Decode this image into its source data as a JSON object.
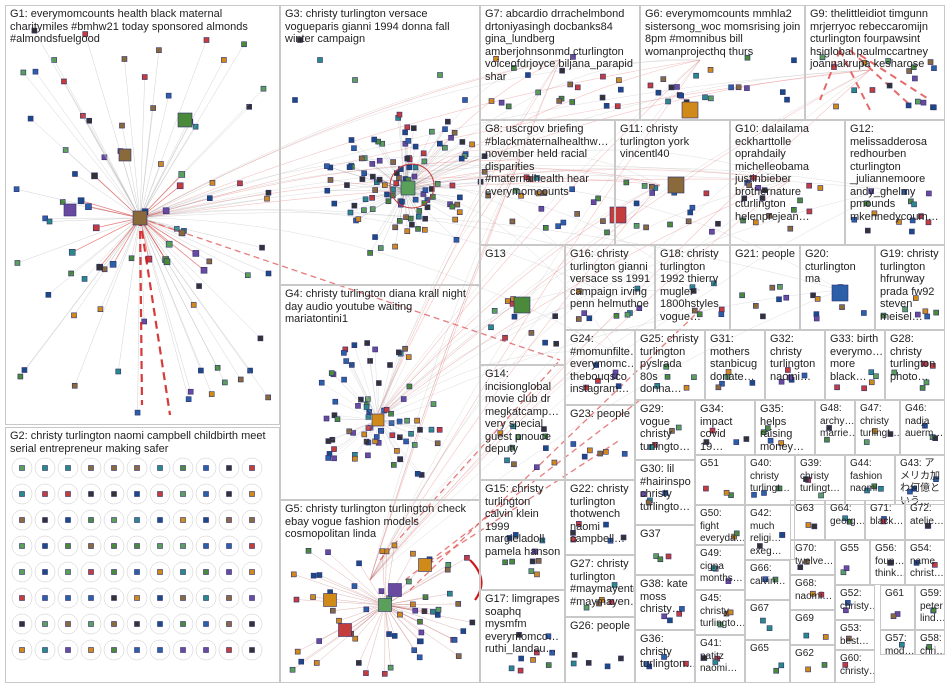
{
  "colors": {
    "edge_gray": "#b4b4b4",
    "edge_red": "#e05050",
    "edge_red_dark": "#d01818",
    "node_border": "#303070",
    "panel_border": "#c8c8c8"
  },
  "groups": [
    {
      "id": "G1",
      "label": "G1: everymomcounts health black maternal charitymiles #bmhw21 today sponsored almonds #almondsfuelgood"
    },
    {
      "id": "G2",
      "label": "G2: christy turlington naomi campbell childbirth meet serial entrepreneur making safer"
    },
    {
      "id": "G3",
      "label": "G3: christy turlington versace vogueparis gianni 1994 donna fall winter campaign"
    },
    {
      "id": "G4",
      "label": "G4: christy turlington diana krall night day audio youtube waiting mariatontini1"
    },
    {
      "id": "G5",
      "label": "G5: christy turlington turlington check ebay vogue fashion models cosmopolitan linda"
    },
    {
      "id": "G6",
      "label": "G6: everymomcounts mmhla2 sistersong_woc momsrising join 8pm #momnibus bill womanprojecthq thurs"
    },
    {
      "id": "G7",
      "label": "G7: abcardio drrachelmbond drtoniyasingh docbanks84 gina_lundberg amberjohnsonmd cturlington voiceofdrjoyce biljana_parapid shar"
    },
    {
      "id": "G8",
      "label": "G8: uscrgov briefing #blackmaternalhealthw… november held racial disparities #maternalhealth hear everymomcounts"
    },
    {
      "id": "G9",
      "label": "G9: thelittleidiot timgunn mrjerryoc rebeccaromijn cturlington fourpawsint hsiglobal paulmccartney joannakrupa kesharose"
    },
    {
      "id": "G10",
      "label": "G10: dalailama eckharttolle oprahdaily michelleobama justinbieber brothernature cturlington helenprejean…"
    },
    {
      "id": "G11",
      "label": "G11: christy turlington york vincentl40"
    },
    {
      "id": "G12",
      "label": "G12: melissadderosa redhourben cturlington _juliannemoore andy_ghelmy pmounds mkennedycoum…"
    },
    {
      "id": "G13",
      "label": "G13"
    },
    {
      "id": "G14",
      "label": "G14: incisionglobal movie club dr megkatcamp… very special guest pnouce deputy"
    },
    {
      "id": "G15",
      "label": "G15: christy turlington calvin klein 1999 margieladoll pamela hanson"
    },
    {
      "id": "G16",
      "label": "G16: christy turlington gianni versace ss 1991 campaign irving penn helmuthoe"
    },
    {
      "id": "G17",
      "label": "G17: limgrapes soaphq mysmfm everymomco… ruthi_landau…"
    },
    {
      "id": "G18",
      "label": "G18: christy turlington 1992 thierry mugler 1800hstyles vogue…"
    },
    {
      "id": "G19",
      "label": "G19: christy turlington hfrunway prada fw92 steven meisel…"
    },
    {
      "id": "G20",
      "label": "G20: cturlington ma"
    },
    {
      "id": "G21",
      "label": "G21: people"
    },
    {
      "id": "G22",
      "label": "G22: christy turlington thotwench naomi campbell…"
    },
    {
      "id": "G23",
      "label": "G23: people"
    },
    {
      "id": "G24",
      "label": "G24: #momunfilte… everymomc… thebouqsco instagram…"
    },
    {
      "id": "G25",
      "label": "G25: christy turlington pyslrada 80s donna…"
    },
    {
      "id": "G26",
      "label": "G26: people"
    },
    {
      "id": "G27",
      "label": "G27: christy turlington #maymayentr… #maymayen…"
    },
    {
      "id": "G28",
      "label": "G28: christy turlington photo…"
    },
    {
      "id": "G29",
      "label": "G29: vogue christy turlingto…"
    },
    {
      "id": "G30",
      "label": "G30: lil #hairinspo christy turlingto…"
    },
    {
      "id": "G31",
      "label": "G31: mothers stanbicug donate…"
    },
    {
      "id": "G32",
      "label": "G32: christy turlington naomi…"
    },
    {
      "id": "G33",
      "label": "G33: birth everymo… more black…"
    },
    {
      "id": "G34",
      "label": "G34: impact covid 19…"
    },
    {
      "id": "G35",
      "label": "G35: helps raising money…"
    },
    {
      "id": "G36",
      "label": "G36: christy turlington…"
    },
    {
      "id": "G37",
      "label": "G37"
    },
    {
      "id": "G38",
      "label": "G38: kate moss christy…"
    },
    {
      "id": "G39",
      "label": "G39: christy turlingt…"
    },
    {
      "id": "G40",
      "label": "G40: christy turlingt…"
    },
    {
      "id": "G41",
      "label": "G41: patitz naomi…"
    },
    {
      "id": "G42",
      "label": "G42: much religi… exeg…"
    },
    {
      "id": "G43",
      "label": "G43: アメリカ加わ何億という…"
    },
    {
      "id": "G44",
      "label": "G44: fashion naomi"
    },
    {
      "id": "G45",
      "label": "G45: christy turlingto…"
    },
    {
      "id": "G46",
      "label": "G46: nadja auerm…"
    },
    {
      "id": "G47",
      "label": "G47: christy turlingt…"
    },
    {
      "id": "G48",
      "label": "G48: archy… marrie…"
    },
    {
      "id": "G49",
      "label": "G49: cigna months…"
    },
    {
      "id": "G50",
      "label": "G50: fight everyda…"
    },
    {
      "id": "G51",
      "label": "G51"
    },
    {
      "id": "G52",
      "label": "G52: christy…"
    },
    {
      "id": "G53",
      "label": "G53: best…"
    },
    {
      "id": "G54",
      "label": "G54: name christ…"
    },
    {
      "id": "G55",
      "label": "G55"
    },
    {
      "id": "G56",
      "label": "G56: foun… think…"
    },
    {
      "id": "G57",
      "label": "G57: mod… watc…"
    },
    {
      "id": "G58",
      "label": "G58: chri… turli…"
    },
    {
      "id": "G59",
      "label": "G59: peter lind…"
    },
    {
      "id": "G60",
      "label": "G60: christy…"
    },
    {
      "id": "G61",
      "label": "G61"
    },
    {
      "id": "G62",
      "label": "G62"
    },
    {
      "id": "G63",
      "label": "G63"
    },
    {
      "id": "G64",
      "label": "G64: georg…"
    },
    {
      "id": "G65",
      "label": "G65"
    },
    {
      "id": "G66",
      "label": "G66: calvin…"
    },
    {
      "id": "G67",
      "label": "G67"
    },
    {
      "id": "G68",
      "label": "G68: naomi…"
    },
    {
      "id": "G69",
      "label": "G69"
    },
    {
      "id": "G70",
      "label": "G70: twelve…"
    },
    {
      "id": "G71",
      "label": "G71: black…"
    },
    {
      "id": "G72",
      "label": "G72: atelie…"
    }
  ]
}
